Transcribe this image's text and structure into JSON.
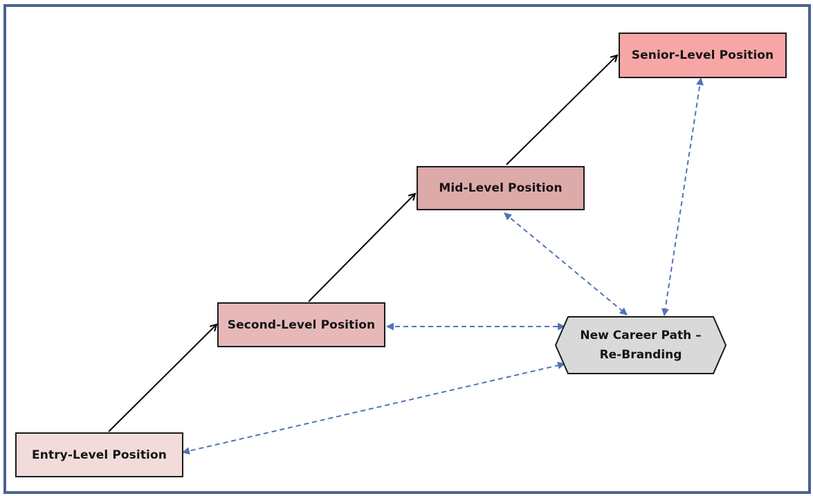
{
  "colors": {
    "frame": "#4a6290",
    "entry_fill": "#f2dcdb",
    "second_fill": "#e6b9b8",
    "mid_fill": "#dcaaa9",
    "senior_fill": "#f7a6a6",
    "hex_fill": "#d9d9d9",
    "solid_arrow": "#000000",
    "dashed_arrow": "#4f74b4"
  },
  "nodes": {
    "entry": {
      "label": "Entry-Level Position"
    },
    "second": {
      "label": "Second-Level Position"
    },
    "mid": {
      "label": "Mid-Level Position"
    },
    "senior": {
      "label": "Senior-Level Position"
    },
    "new_path": {
      "line1": "New Career Path –",
      "line2": "Re-Branding"
    }
  }
}
